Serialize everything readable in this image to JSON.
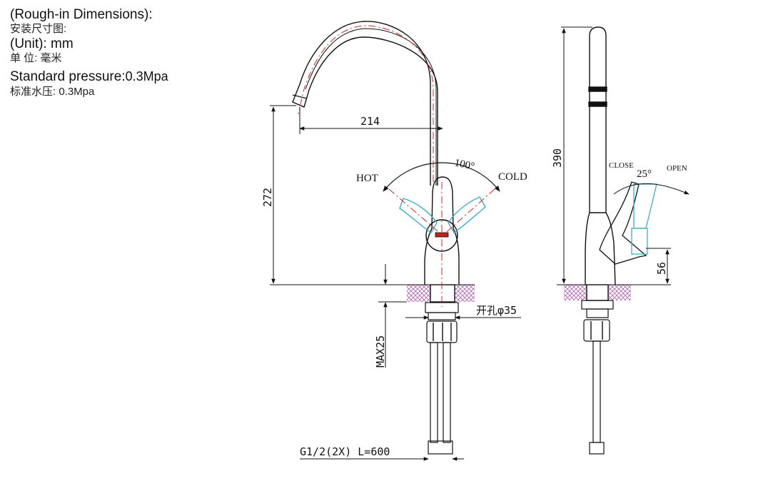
{
  "notes": {
    "rough_in_en": "(Rough-in Dimensions):",
    "rough_in_cn": "安装尺寸图:",
    "unit_en": "(Unit): mm",
    "unit_cn": "单  位: 毫米",
    "pressure_en_label": "Standard pressure:",
    "pressure_en_value": "0.3Mpa",
    "pressure_cn": "标准水压: 0.3Mpa"
  },
  "front_view": {
    "dim_spout_reach": "214",
    "dim_height_under_spout": "272",
    "handle_angle": "100°",
    "hot_label": "HOT",
    "cold_label": "COLD",
    "hole_label": "开孔φ35",
    "max_deck": "MAX25",
    "hose_label": "G1/2(2X) L=600"
  },
  "side_view": {
    "dim_total_height": "390",
    "dim_handle_height": "56",
    "close_label": "CLOSE",
    "open_label": "OPEN",
    "lever_angle": "25°"
  },
  "colors": {
    "outline": "#111111",
    "centerline": "#e02020",
    "handle_open": "#3ab0c8",
    "countertop_hatch": "#b060b0"
  }
}
